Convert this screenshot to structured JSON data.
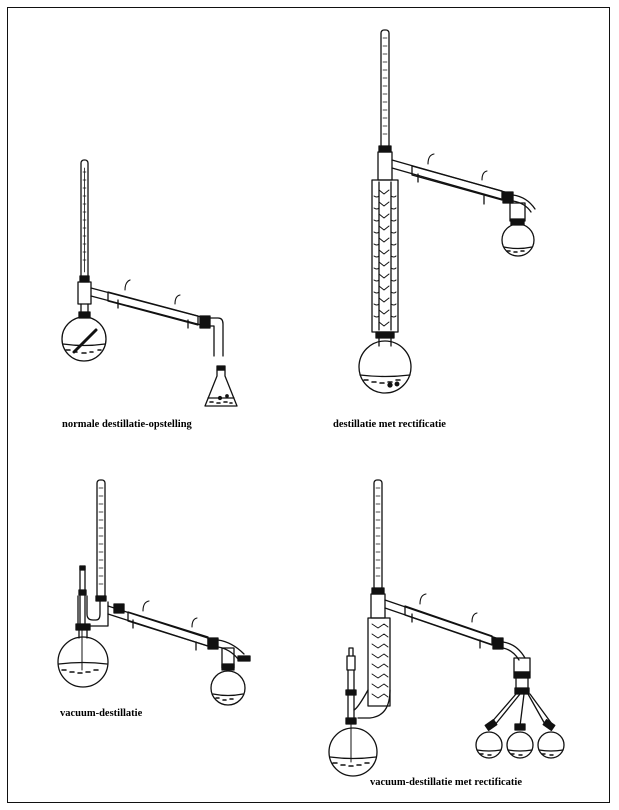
{
  "captions": {
    "normal": "normale destillatie-opstelling",
    "rectification": "destillatie met rectificatie",
    "vacuum": "vacuum-destillatie",
    "vacuum_rectification": "vacuum-destillatie met rectificatie"
  }
}
